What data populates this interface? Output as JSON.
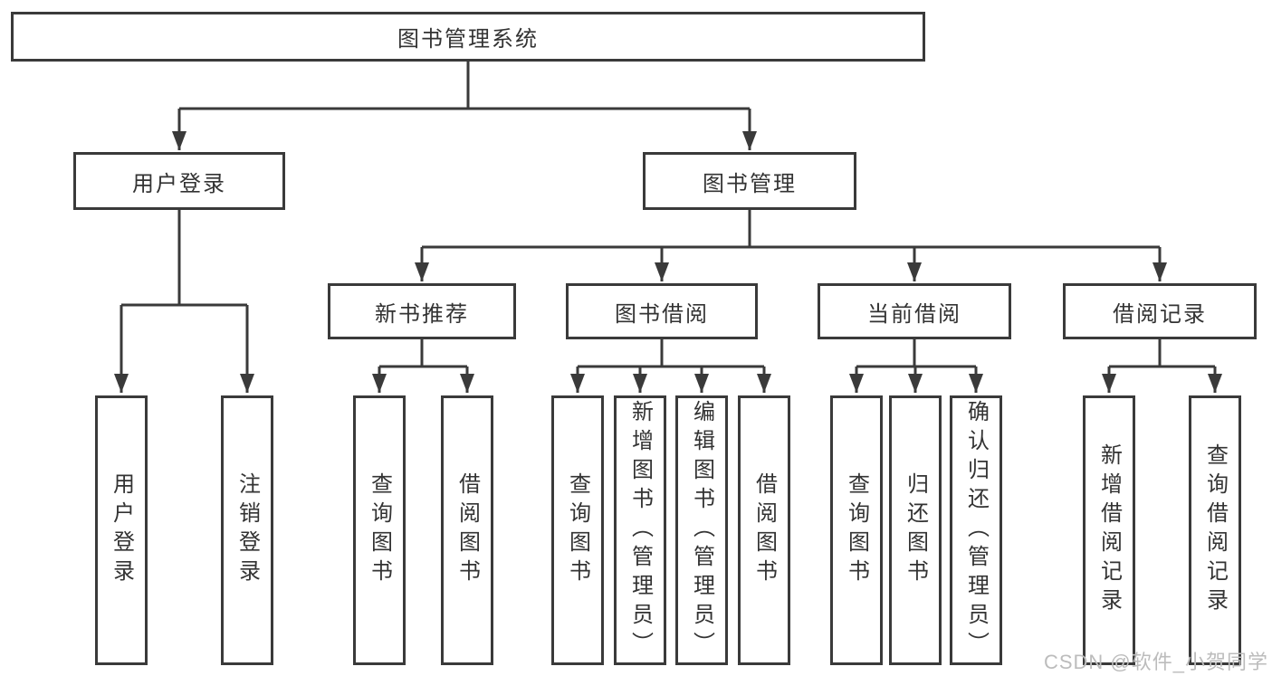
{
  "diagram": {
    "root": {
      "label": "图书管理系统"
    },
    "level2": [
      {
        "label": "用户登录"
      },
      {
        "label": "图书管理"
      }
    ],
    "level3": [
      {
        "label": "新书推荐"
      },
      {
        "label": "图书借阅"
      },
      {
        "label": "当前借阅"
      },
      {
        "label": "借阅记录"
      }
    ],
    "leaves": {
      "user_login": [
        "用户登录",
        "注销登录"
      ],
      "new_book_rec": [
        "查询图书",
        "借阅图书"
      ],
      "book_borrow": [
        "查询图书",
        "新增图书（管理员）",
        "编辑图书（管理员）",
        "借阅图书"
      ],
      "current_borrow": [
        "查询图书",
        "归还图书",
        "确认归还（管理员）"
      ],
      "borrow_records": [
        "新增借阅记录",
        "查询借阅记录"
      ]
    }
  },
  "watermark": {
    "text": "CSDN @软件_小贺同学"
  },
  "colors": {
    "line": "#3a3a3a",
    "border": "#3a3a3a",
    "text": "#333333",
    "background": "#ffffff",
    "watermark": "#bcbcbc"
  }
}
